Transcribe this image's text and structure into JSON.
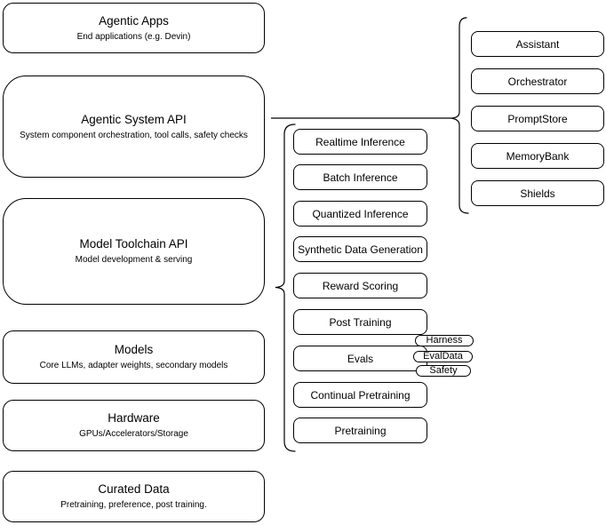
{
  "diagram": {
    "colors": {
      "stroke": "#000000",
      "node_fill": "#ffffff",
      "background": "#ffffff"
    },
    "left_stack": {
      "agentic_apps": {
        "title": "Agentic Apps",
        "subtitle": "End applications (e.g. Devin)"
      },
      "agentic_system_api": {
        "title": "Agentic System API",
        "subtitle": "System component orchestration, tool calls, safety checks"
      },
      "model_toolchain_api": {
        "title": "Model Toolchain API",
        "subtitle": "Model development & serving"
      },
      "models": {
        "title": "Models",
        "subtitle": "Core LLMs, adapter weights, secondary models"
      },
      "hardware": {
        "title": "Hardware",
        "subtitle": "GPUs/Accelerators/Storage"
      },
      "curated_data": {
        "title": "Curated Data",
        "subtitle": "Pretraining, preference, post training."
      }
    },
    "toolchain_components": {
      "realtime_inference": "Realtime Inference",
      "batch_inference": "Batch Inference",
      "quantized_inference": "Quantized Inference",
      "synthetic_data_generation": "Synthetic Data Generation",
      "reward_scoring": "Reward Scoring",
      "post_training": "Post Training",
      "evals": "Evals",
      "continual_pretraining": "Continual Pretraining",
      "pretraining": "Pretraining"
    },
    "eval_tags": {
      "harness": "Harness",
      "evaldata": "EvalData",
      "safety": "Safety"
    },
    "system_components": {
      "assistant": "Assistant",
      "orchestrator": "Orchestrator",
      "promptstore": "PromptStore",
      "memorybank": "MemoryBank",
      "shields": "Shields"
    }
  }
}
